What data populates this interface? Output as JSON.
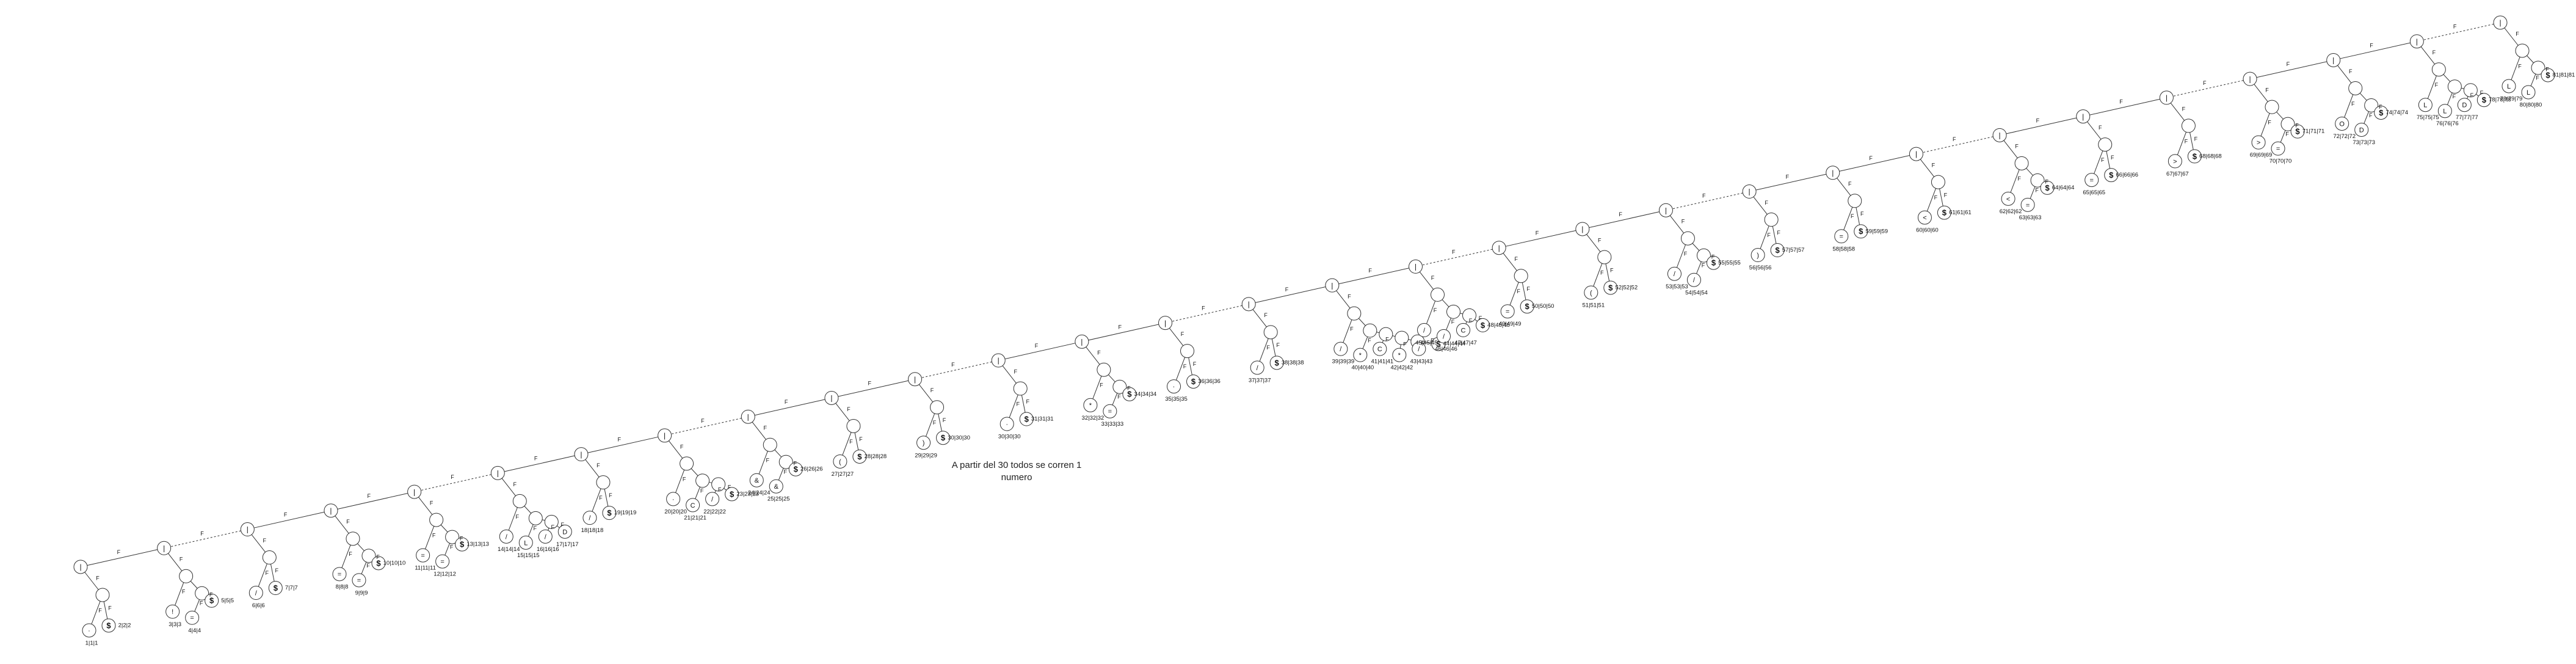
{
  "annotation": {
    "line1": "A partir del 30 todos se corren 1",
    "line2": "numero"
  },
  "edge_label": "F",
  "spine_symbol": "|",
  "groups": [
    {
      "leaves": [
        {
          "sym": "·",
          "label": "1|1|1"
        },
        {
          "sym": "$",
          "label": "2|2|2"
        }
      ]
    },
    {
      "leaves": [
        {
          "sym": "!",
          "label": "3|3|3"
        },
        {
          "sym": "=",
          "label": "4|4|4"
        },
        {
          "sym": "$",
          "label": "5|5|5"
        }
      ]
    },
    {
      "leaves": [
        {
          "sym": "/",
          "label": "6|6|6"
        },
        {
          "sym": "$",
          "label": "7|7|7"
        }
      ]
    },
    {
      "leaves": [
        {
          "sym": "=",
          "label": "8|8|8"
        },
        {
          "sym": "=",
          "label": "9|9|9"
        },
        {
          "sym": "$",
          "label": "10|10|10"
        }
      ]
    },
    {
      "leaves": [
        {
          "sym": "=",
          "label": "11|11|11"
        },
        {
          "sym": "=",
          "label": "12|12|12"
        },
        {
          "sym": "$",
          "label": "13|13|13"
        }
      ]
    },
    {
      "leaves": [
        {
          "sym": "/",
          "label": "14|14|14"
        },
        {
          "sym": "L",
          "label": "15|15|15"
        },
        {
          "sym": "/",
          "label": "16|16|16"
        },
        {
          "sym": "D",
          "label": "17|17|17"
        }
      ]
    },
    {
      "leaves": [
        {
          "sym": "/",
          "label": "18|18|18"
        },
        {
          "sym": "$",
          "label": "19|19|19"
        }
      ]
    },
    {
      "leaves": [
        {
          "sym": "·",
          "label": "20|20|20"
        },
        {
          "sym": "C",
          "label": "21|21|21"
        },
        {
          "sym": "/",
          "label": "22|22|22"
        },
        {
          "sym": "$",
          "label": "23|23|23"
        }
      ]
    },
    {
      "leaves": [
        {
          "sym": "&",
          "label": "24|24|24"
        },
        {
          "sym": "&",
          "label": "25|25|25"
        },
        {
          "sym": "$",
          "label": "26|26|26"
        }
      ]
    },
    {
      "leaves": [
        {
          "sym": "(",
          "label": "27|27|27"
        },
        {
          "sym": "$",
          "label": "28|28|28"
        }
      ]
    },
    {
      "leaves": [
        {
          "sym": ")",
          "label": "29|29|29"
        },
        {
          "sym": "$",
          "label": "30|30|30"
        }
      ]
    },
    {
      "leaves": [
        {
          "sym": "·",
          "label": "30|30|30"
        },
        {
          "sym": "$",
          "label": "31|31|31"
        }
      ]
    },
    {
      "leaves": [
        {
          "sym": "*",
          "label": "32|32|32"
        },
        {
          "sym": "=",
          "label": "33|33|33"
        },
        {
          "sym": "$",
          "label": "34|34|34"
        }
      ]
    },
    {
      "leaves": [
        {
          "sym": "·",
          "label": "35|35|35"
        },
        {
          "sym": "$",
          "label": "36|36|36"
        }
      ]
    },
    {
      "leaves": [
        {
          "sym": "/",
          "label": "37|37|37"
        },
        {
          "sym": "$",
          "label": "38|38|38"
        }
      ]
    },
    {
      "leaves": [
        {
          "sym": "/",
          "label": "39|39|39"
        },
        {
          "sym": "*",
          "label": "40|40|40"
        },
        {
          "sym": "C",
          "label": "41|41|41"
        },
        {
          "sym": "*",
          "label": "42|42|42"
        },
        {
          "sym": "/",
          "label": "43|43|43"
        },
        {
          "sym": "$",
          "label": "44|44|44"
        }
      ]
    },
    {
      "leaves": [
        {
          "sym": "/",
          "label": "45|45|45"
        },
        {
          "sym": "/",
          "label": "46|46|46"
        },
        {
          "sym": "C",
          "label": "47|47|47"
        },
        {
          "sym": "$",
          "label": "48|48|48"
        }
      ]
    },
    {
      "leaves": [
        {
          "sym": "=",
          "label": "49|49|49"
        },
        {
          "sym": "$",
          "label": "50|50|50"
        }
      ]
    },
    {
      "leaves": [
        {
          "sym": "(",
          "label": "51|51|51"
        },
        {
          "sym": "$",
          "label": "52|52|52"
        }
      ]
    },
    {
      "leaves": [
        {
          "sym": "/",
          "label": "53|53|53"
        },
        {
          "sym": "/",
          "label": "54|54|54"
        },
        {
          "sym": "$",
          "label": "55|55|55"
        }
      ]
    },
    {
      "leaves": [
        {
          "sym": ")",
          "label": "56|56|56"
        },
        {
          "sym": "$",
          "label": "57|57|57"
        }
      ]
    },
    {
      "leaves": [
        {
          "sym": "=",
          "label": "58|58|58"
        },
        {
          "sym": "$",
          "label": "59|59|59"
        }
      ]
    },
    {
      "leaves": [
        {
          "sym": "<",
          "label": "60|60|60"
        },
        {
          "sym": "$",
          "label": "61|61|61"
        }
      ]
    },
    {
      "leaves": [
        {
          "sym": "<",
          "label": "62|62|62"
        },
        {
          "sym": "=",
          "label": "63|63|63"
        },
        {
          "sym": "$",
          "label": "64|64|64"
        }
      ]
    },
    {
      "leaves": [
        {
          "sym": "=",
          "label": "65|65|65"
        },
        {
          "sym": "$",
          "label": "66|66|66"
        }
      ]
    },
    {
      "leaves": [
        {
          "sym": ">",
          "label": "67|67|67"
        },
        {
          "sym": "$",
          "label": "68|68|68"
        }
      ]
    },
    {
      "leaves": [
        {
          "sym": ">",
          "label": "69|69|69"
        },
        {
          "sym": "=",
          "label": "70|70|70"
        },
        {
          "sym": "$",
          "label": "71|71|71"
        }
      ]
    },
    {
      "leaves": [
        {
          "sym": "O",
          "label": "72|72|72"
        },
        {
          "sym": "D",
          "label": "73|73|73"
        },
        {
          "sym": "$",
          "label": "74|74|74"
        }
      ]
    },
    {
      "leaves": [
        {
          "sym": "L",
          "label": "75|75|75"
        },
        {
          "sym": "L",
          "label": "76|76|76"
        },
        {
          "sym": "D",
          "label": "77|77|77"
        },
        {
          "sym": "$",
          "label": "78|78|78"
        }
      ]
    },
    {
      "leaves": [
        {
          "sym": "L",
          "label": "79|79|79"
        },
        {
          "sym": "L",
          "label": "80|80|80"
        },
        {
          "sym": "$",
          "label": "81|81|81"
        }
      ]
    }
  ]
}
